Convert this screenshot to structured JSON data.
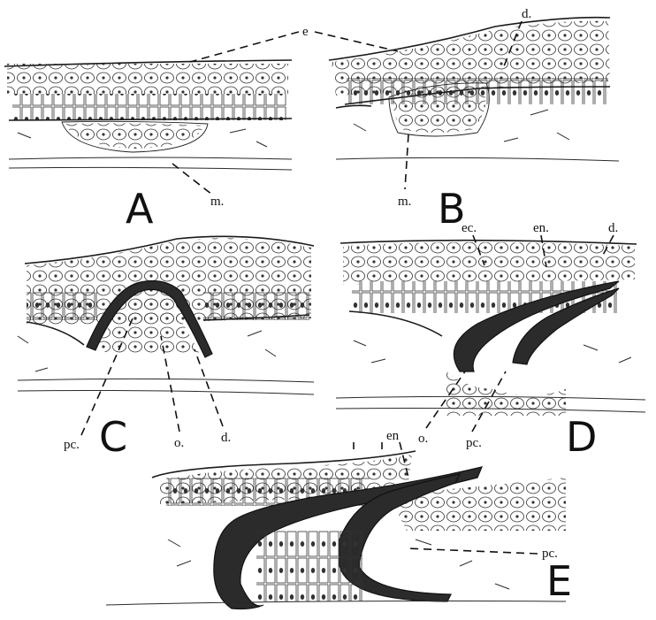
{
  "figure": {
    "panels": [
      {
        "letter": "A",
        "labels": [
          "m."
        ]
      },
      {
        "letter": "B",
        "labels": [
          "d.",
          "m."
        ]
      },
      {
        "letter": "C",
        "labels": [
          "pc.",
          "o.",
          "d."
        ]
      },
      {
        "letter": "D",
        "labels": [
          "ec.",
          "en.",
          "d.",
          "o.",
          "pc."
        ]
      },
      {
        "letter": "E",
        "labels": [
          "en",
          "pc."
        ]
      }
    ],
    "shared_label": "e"
  }
}
